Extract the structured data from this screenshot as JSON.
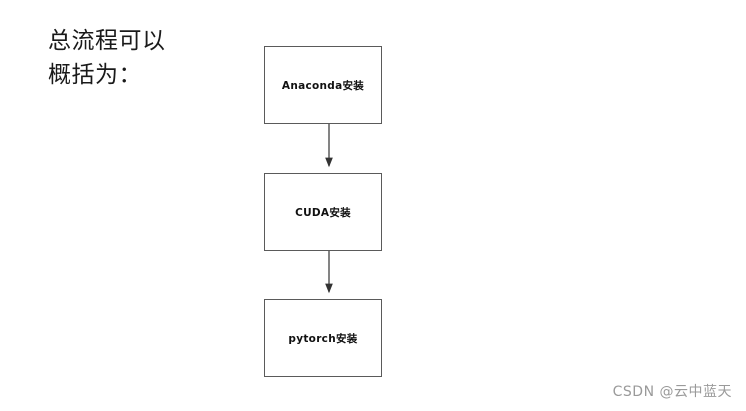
{
  "heading": "总流程可以\n概括为：",
  "diagram": {
    "nodes": [
      {
        "id": "anaconda",
        "label": "Anaconda安装"
      },
      {
        "id": "cuda",
        "label": "CUDA安装"
      },
      {
        "id": "pytorch",
        "label": "pytorch安装"
      }
    ],
    "edges": [
      {
        "from": "anaconda",
        "to": "cuda"
      },
      {
        "from": "cuda",
        "to": "pytorch"
      }
    ],
    "colors": {
      "node_border": "#5a5a5a",
      "node_fill": "#ffffff",
      "text": "#111111",
      "arrow": "#333333"
    }
  },
  "watermark": "CSDN @云中蓝天"
}
